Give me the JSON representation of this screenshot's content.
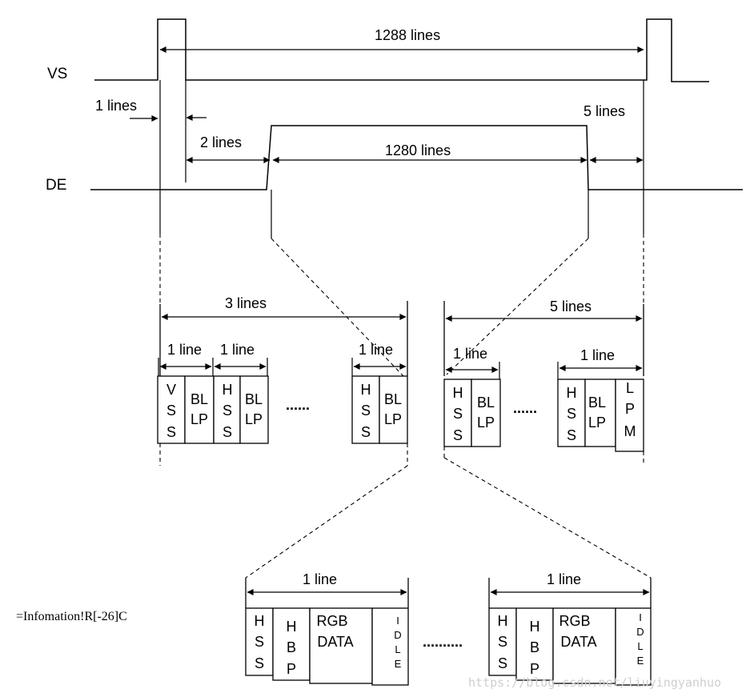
{
  "signals": {
    "vs": "VS",
    "de": "DE"
  },
  "top": {
    "total": "1288 lines",
    "vs_width": "1 lines",
    "back_porch": "2 lines",
    "active": "1280 lines",
    "front_porch": "5 lines"
  },
  "middle": {
    "left_span": "3 lines",
    "right_span": "5 lines",
    "line": "1 line",
    "ellipsis": "......",
    "vss": [
      "V",
      "S",
      "S"
    ],
    "hss": [
      "H",
      "S",
      "S"
    ],
    "blanking": [
      "BL",
      "LP"
    ],
    "lpm": [
      "L",
      "P",
      "M"
    ]
  },
  "bottom": {
    "line": "1 line",
    "ellipsis": "..........",
    "hss": [
      "H",
      "S",
      "S"
    ],
    "hbp": [
      "H",
      "B",
      "P"
    ],
    "rgb": [
      "RGB",
      "DATA"
    ],
    "idle": [
      "I",
      "D",
      "L",
      "E"
    ]
  },
  "formula": "=Infomation!R[-26]C",
  "watermark": "https://blog.csdn.net/liuyingyanhuo"
}
